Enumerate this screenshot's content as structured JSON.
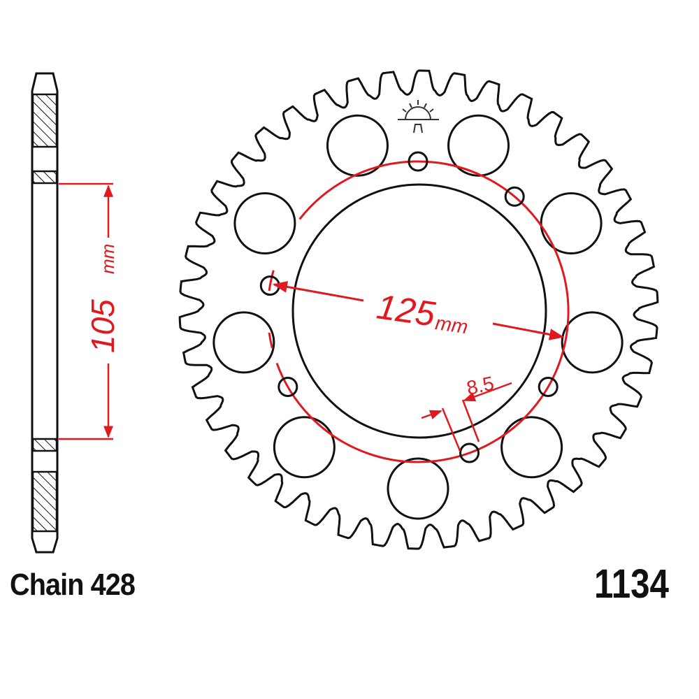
{
  "labels": {
    "chain": "Chain 428",
    "part_number": "1134"
  },
  "dimensions": {
    "chain_width": {
      "value": "105",
      "unit": "mm"
    },
    "bolt_circle": {
      "value": "125",
      "unit": "mm"
    },
    "bolt_hole": {
      "value": "8.5"
    }
  },
  "logo": {
    "icon": "sun-logo-icon"
  },
  "colors": {
    "outline": "#111111",
    "dimension": "#e0191f"
  }
}
